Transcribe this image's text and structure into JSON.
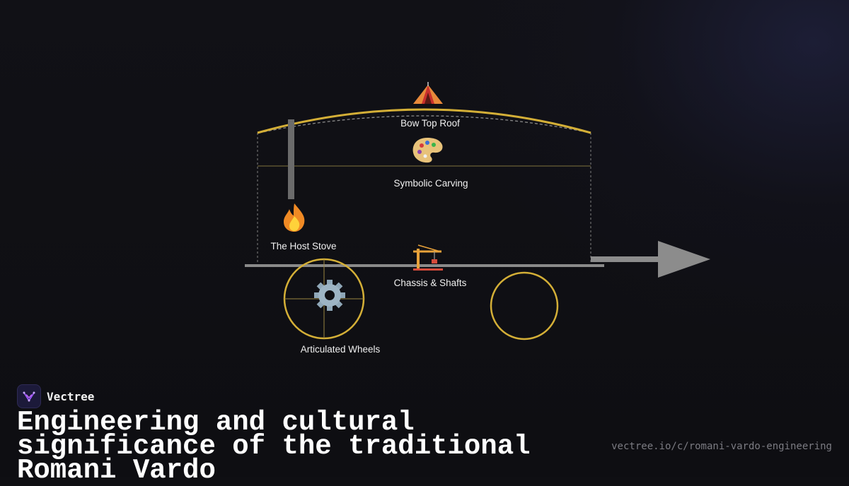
{
  "diagram": {
    "labels": {
      "roof": "Bow Top Roof",
      "carving": "Symbolic Carving",
      "stove": "The Host Stove",
      "chassis": "Chassis & Shafts",
      "wheels": "Articulated Wheels"
    },
    "icons": {
      "roof": "tent-icon",
      "carving": "palette-icon",
      "stove": "fire-icon",
      "chassis": "crane-icon",
      "wheels": "gear-icon"
    },
    "colors": {
      "accent": "#d4af37",
      "structure": "#7a7a7a",
      "arrow": "#8c8c8c",
      "background": "#0f0f13"
    }
  },
  "footer": {
    "brand": "Vectree",
    "title": "Engineering and cultural significance of the traditional Romani Vardo",
    "url": "vectree.io/c/romani-vardo-engineering"
  }
}
